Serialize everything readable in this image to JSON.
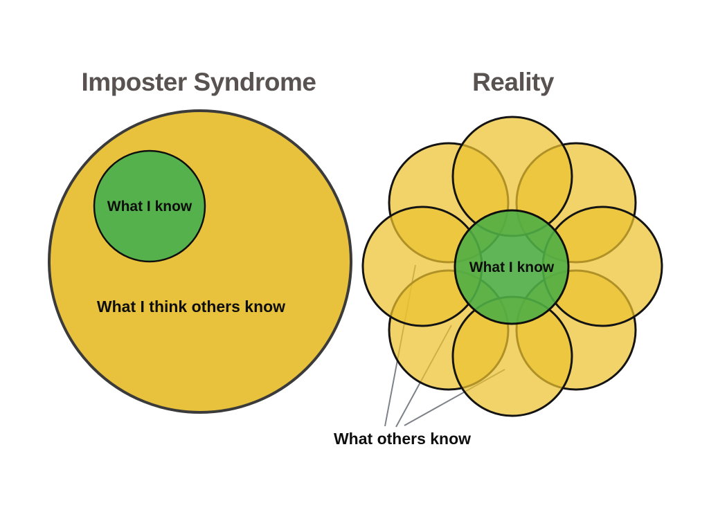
{
  "titles": {
    "left": "Imposter Syndrome",
    "right": "Reality"
  },
  "left_diagram": {
    "inner_circle_label": "What I know",
    "outer_circle_label": "What I think others know"
  },
  "right_diagram": {
    "center_circle_label": "What I know",
    "petals_label": "What others know",
    "petal_count": 8
  },
  "colors": {
    "background": "#ffffff",
    "title_text": "#585350",
    "label_text": "#0e0e0e",
    "left_circle_fill": "#e8c23c",
    "left_circle_stroke": "#3b3b3b",
    "petal_fill": "#ecc22f",
    "petal_stroke": "#141414",
    "green_fill_left": "#55b14b",
    "green_fill_right": "#4fae45",
    "green_stroke": "#0f0f0f",
    "pointer_line": "#7d8288"
  }
}
